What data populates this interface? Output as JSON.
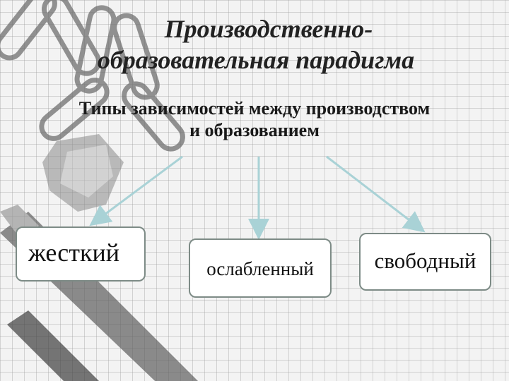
{
  "title": {
    "line1": "Производственно-",
    "line2": "образовательная парадигма"
  },
  "subtitle": {
    "line1": "Типы зависимостей между производством",
    "line2": "и образованием"
  },
  "boxes": {
    "rigid": "жесткий",
    "weakened": "ослабленный",
    "free": "свободный"
  },
  "colors": {
    "arrow": "#a9d2d6",
    "box_border": "#7d8b86"
  }
}
